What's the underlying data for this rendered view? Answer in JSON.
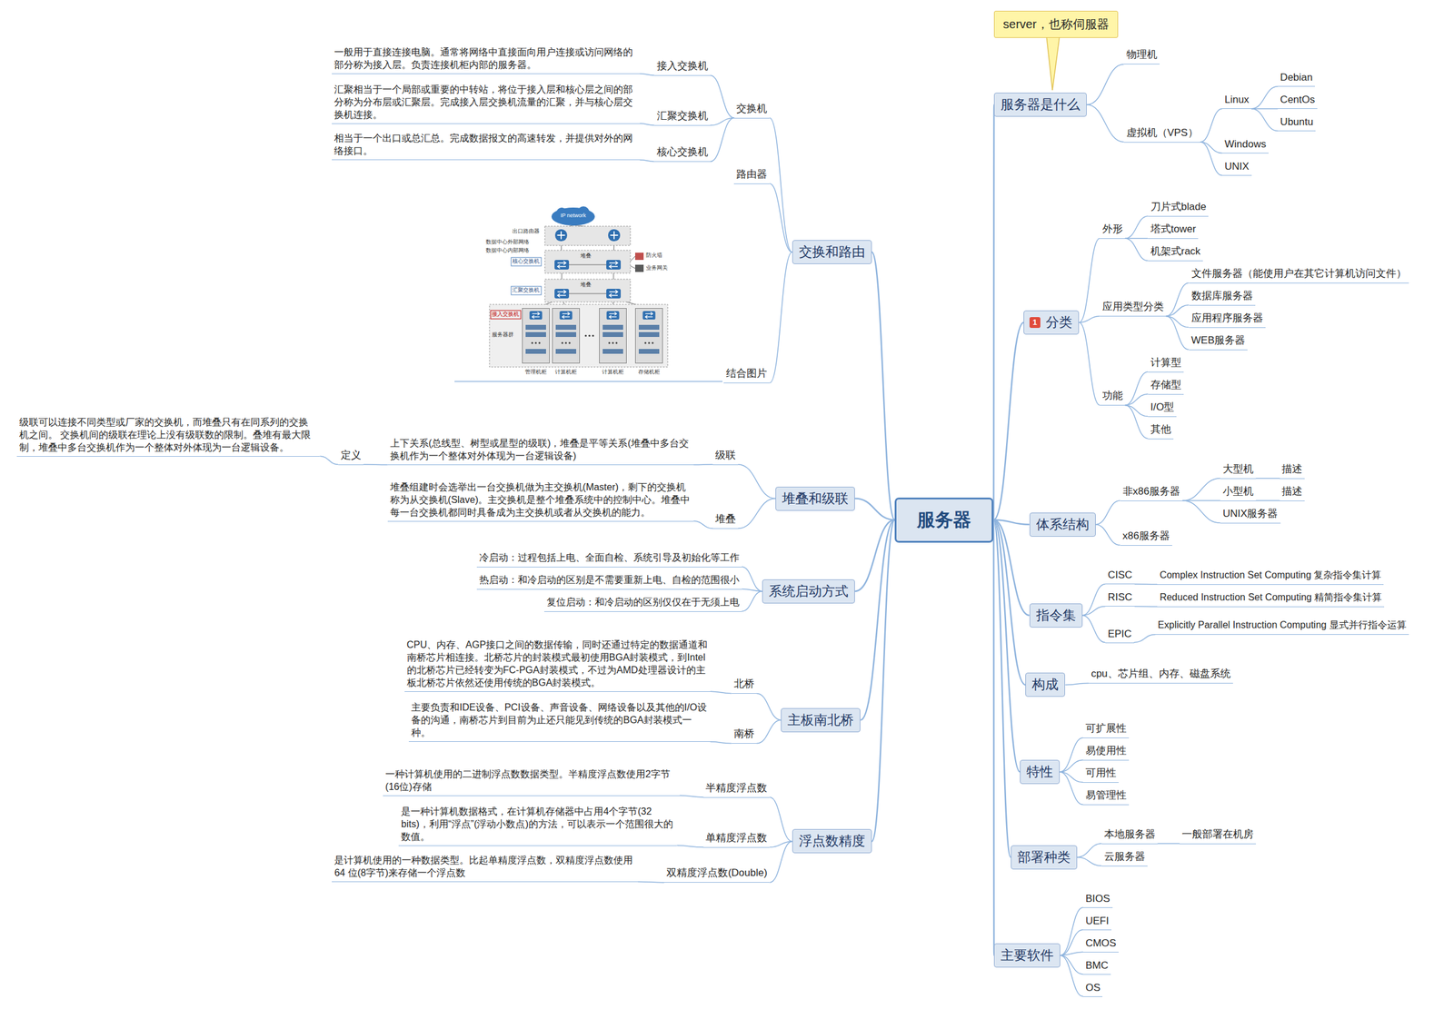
{
  "diagram": {
    "nodes": [
      {
        "text": [
          "服务器"
        ]
      },
      {
        "text": [
          "服务器是什么"
        ]
      },
      {
        "text": [
          "server，也称伺服器"
        ]
      },
      {
        "text": [
          "物理机"
        ]
      },
      {
        "text": [
          "虚拟机（VPS）"
        ]
      },
      {
        "text": [
          "Linux"
        ]
      },
      {
        "text": [
          "Debian"
        ]
      },
      {
        "text": [
          "CentOs"
        ]
      },
      {
        "text": [
          "Ubuntu"
        ]
      },
      {
        "text": [
          "Windows"
        ]
      },
      {
        "text": [
          "UNIX"
        ]
      },
      {
        "text": [
          "分类"
        ]
      },
      {
        "text": [
          "外形"
        ]
      },
      {
        "text": [
          "刀片式blade"
        ]
      },
      {
        "text": [
          "塔式tower"
        ]
      },
      {
        "text": [
          "机架式rack"
        ]
      },
      {
        "text": [
          "应用类型分类"
        ]
      },
      {
        "text": [
          "文件服务器（能使用户在其它计算机访问文件）"
        ]
      },
      {
        "text": [
          "数据库服务器"
        ]
      },
      {
        "text": [
          "应用程序服务器"
        ]
      },
      {
        "text": [
          "WEB服务器"
        ]
      },
      {
        "text": [
          "功能"
        ]
      },
      {
        "text": [
          "计算型"
        ]
      },
      {
        "text": [
          "存储型"
        ]
      },
      {
        "text": [
          "I/O型"
        ]
      },
      {
        "text": [
          "其他"
        ]
      },
      {
        "text": [
          "体系结构"
        ]
      },
      {
        "text": [
          "非x86服务器"
        ]
      },
      {
        "text": [
          "大型机"
        ]
      },
      {
        "text": [
          "描述"
        ]
      },
      {
        "text": [
          "小型机"
        ]
      },
      {
        "text": [
          "描述"
        ]
      },
      {
        "text": [
          "UNIX服务器"
        ]
      },
      {
        "text": [
          "x86服务器"
        ]
      },
      {
        "text": [
          "指令集"
        ]
      },
      {
        "text": [
          "CISC"
        ]
      },
      {
        "text": [
          "Complex Instruction Set Computing 复杂指令集计算"
        ]
      },
      {
        "text": [
          "RISC"
        ]
      },
      {
        "text": [
          "Reduced Instruction Set Computing 精简指令集计算"
        ]
      },
      {
        "text": [
          "EPIC"
        ]
      },
      {
        "text": [
          "Explicitly Parallel Instruction Computing 显式并行指令运算"
        ]
      },
      {
        "text": [
          "构成"
        ]
      },
      {
        "text": [
          "cpu、芯片组、内存、磁盘系统"
        ]
      },
      {
        "text": [
          "特性"
        ]
      },
      {
        "text": [
          "可扩展性"
        ]
      },
      {
        "text": [
          "易使用性"
        ]
      },
      {
        "text": [
          "可用性"
        ]
      },
      {
        "text": [
          "易管理性"
        ]
      },
      {
        "text": [
          "部署种类"
        ]
      },
      {
        "text": [
          "本地服务器"
        ]
      },
      {
        "text": [
          "一般部署在机房"
        ]
      },
      {
        "text": [
          "云服务器"
        ]
      },
      {
        "text": [
          "主要软件"
        ]
      },
      {
        "text": [
          "BIOS"
        ]
      },
      {
        "text": [
          "UEFI"
        ]
      },
      {
        "text": [
          "CMOS"
        ]
      },
      {
        "text": [
          "BMC"
        ]
      },
      {
        "text": [
          "OS"
        ]
      },
      {
        "text": [
          "交换和路由"
        ]
      },
      {
        "text": [
          "交换机"
        ]
      },
      {
        "text": [
          "接入交换机"
        ]
      },
      {
        "text": [
          "一般用于直接连接电脑。通常将网络中直接面向用户连接或访问网络的部分称为接入层。负责连接机柜内部的服务器。"
        ]
      },
      {
        "text": [
          "汇聚交换机"
        ]
      },
      {
        "text": [
          "汇聚相当于一个局部或重要的中转站，将位于接入层和核心层之间的部分称为分布层或汇聚层。完成接入层交换机流量的汇聚，并与核心层交换机连接。"
        ]
      },
      {
        "text": [
          "核心交换机"
        ]
      },
      {
        "text": [
          "相当于一个出口或总汇总。完成数据报文的高速转发，并提供对外的网络接口。"
        ]
      },
      {
        "text": [
          "路由器"
        ]
      },
      {
        "text": [
          "结合图片"
        ]
      },
      {
        "text": [
          "堆叠和级联"
        ]
      },
      {
        "text": [
          "级联"
        ]
      },
      {
        "text": [
          "上下关系(总线型、树型或星型的级联)，堆叠是平等关系(堆叠中多台交换机作为一个整体对外体现为一台逻辑设备)"
        ]
      },
      {
        "text": [
          "定义"
        ]
      },
      {
        "text": [
          "级联可以连接不同类型或厂家的交换机，而堆叠只有在同系列的交换机之间。 交换机间的级联在理论上没有级联数的限制。叠堆有最大限制，堆叠中多台交换机作为一个整体对外体现为一台逻辑设备。"
        ]
      },
      {
        "text": [
          "堆叠"
        ]
      },
      {
        "text": [
          "堆叠组建时会选举出一台交换机做为主交换机(Master)，剩下的交换机称为从交换机(Slave)。主交换机是整个堆叠系统中的控制中心。堆叠中每一台交换机都同时具备成为主交换机或者从交换机的能力。"
        ]
      },
      {
        "text": [
          "系统启动方式"
        ]
      },
      {
        "text": [
          "冷启动：过程包括上电、全面自检、系统引导及初始化等工作"
        ]
      },
      {
        "text": [
          "热启动：和冷启动的区别是不需要重新上电、自检的范围很小"
        ]
      },
      {
        "text": [
          "复位启动：和冷启动的区别仅仅在于无须上电"
        ]
      },
      {
        "text": [
          "主板南北桥"
        ]
      },
      {
        "text": [
          "北桥"
        ]
      },
      {
        "text": [
          "CPU、内存、AGP接口之间的数据传输，同时还通过特定的数据通道和南桥芯片相连接。北桥芯片的封装模式最初使用BGA封装模式，到Intel的北桥芯片已经转变为FC-PGA封装模式，不过为AMD处理器设计的主板北桥芯片依然还使用传统的BGA封装模式。"
        ]
      },
      {
        "text": [
          "南桥"
        ]
      },
      {
        "text": [
          "主要负责和IDE设备、PCI设备、声音设备、网络设备以及其他的I/O设备的沟通，南桥芯片到目前为止还只能见到传统的BGA封装模式一种。"
        ]
      },
      {
        "text": [
          "浮点数精度"
        ]
      },
      {
        "text": [
          "半精度浮点数"
        ]
      },
      {
        "text": [
          "一种计算机使用的二进制浮点数数据类型。半精度浮点数使用2字节(16位)存储"
        ]
      },
      {
        "text": [
          "单精度浮点数"
        ]
      },
      {
        "text": [
          "是一种计算机数据格式，在计算机存储器中占用4个字节(32 bits)，利用“浮点”(浮动小数点)的方法，可以表示一个范围很大的数值。"
        ]
      },
      {
        "text": [
          "双精度浮点数(Double)"
        ]
      },
      {
        "text": [
          "是计算机使用的一种数据类型。比起单精度浮点数，双精度浮点数使用 64 位(8字节)来存储一个浮点数"
        ]
      }
    ],
    "edges": [
      {
        "from": 0,
        "to": 1,
        "arrow": "none"
      },
      {
        "from": 1,
        "to": 3,
        "arrow": "none"
      },
      {
        "from": 1,
        "to": 4,
        "arrow": "none"
      },
      {
        "from": 4,
        "to": 5,
        "arrow": "none"
      },
      {
        "from": 5,
        "to": 6,
        "arrow": "none"
      },
      {
        "from": 5,
        "to": 7,
        "arrow": "none"
      },
      {
        "from": 5,
        "to": 8,
        "arrow": "none"
      },
      {
        "from": 4,
        "to": 9,
        "arrow": "none"
      },
      {
        "from": 4,
        "to": 10,
        "arrow": "none"
      },
      {
        "from": 0,
        "to": 11,
        "arrow": "none"
      },
      {
        "from": 11,
        "to": 12,
        "arrow": "none"
      },
      {
        "from": 12,
        "to": 13,
        "arrow": "none"
      },
      {
        "from": 12,
        "to": 14,
        "arrow": "none"
      },
      {
        "from": 12,
        "to": 15,
        "arrow": "none"
      },
      {
        "from": 11,
        "to": 16,
        "arrow": "none"
      },
      {
        "from": 16,
        "to": 17,
        "arrow": "none"
      },
      {
        "from": 16,
        "to": 18,
        "arrow": "none"
      },
      {
        "from": 16,
        "to": 19,
        "arrow": "none"
      },
      {
        "from": 16,
        "to": 20,
        "arrow": "none"
      },
      {
        "from": 11,
        "to": 21,
        "arrow": "none"
      },
      {
        "from": 21,
        "to": 22,
        "arrow": "none"
      },
      {
        "from": 21,
        "to": 23,
        "arrow": "none"
      },
      {
        "from": 21,
        "to": 24,
        "arrow": "none"
      },
      {
        "from": 21,
        "to": 25,
        "arrow": "none"
      },
      {
        "from": 0,
        "to": 26,
        "arrow": "none"
      },
      {
        "from": 26,
        "to": 27,
        "arrow": "none"
      },
      {
        "from": 27,
        "to": 28,
        "arrow": "none"
      },
      {
        "from": 28,
        "to": 29,
        "arrow": "none"
      },
      {
        "from": 27,
        "to": 30,
        "arrow": "none"
      },
      {
        "from": 30,
        "to": 31,
        "arrow": "none"
      },
      {
        "from": 27,
        "to": 32,
        "arrow": "none"
      },
      {
        "from": 26,
        "to": 33,
        "arrow": "none"
      },
      {
        "from": 0,
        "to": 34,
        "arrow": "none"
      },
      {
        "from": 34,
        "to": 35,
        "arrow": "none"
      },
      {
        "from": 35,
        "to": 36,
        "arrow": "none"
      },
      {
        "from": 34,
        "to": 37,
        "arrow": "none"
      },
      {
        "from": 37,
        "to": 38,
        "arrow": "none"
      },
      {
        "from": 34,
        "to": 39,
        "arrow": "none"
      },
      {
        "from": 39,
        "to": 40,
        "arrow": "none"
      },
      {
        "from": 0,
        "to": 41,
        "arrow": "none"
      },
      {
        "from": 41,
        "to": 42,
        "arrow": "none"
      },
      {
        "from": 0,
        "to": 43,
        "arrow": "none"
      },
      {
        "from": 43,
        "to": 44,
        "arrow": "none"
      },
      {
        "from": 43,
        "to": 45,
        "arrow": "none"
      },
      {
        "from": 43,
        "to": 46,
        "arrow": "none"
      },
      {
        "from": 43,
        "to": 47,
        "arrow": "none"
      },
      {
        "from": 0,
        "to": 48,
        "arrow": "none"
      },
      {
        "from": 48,
        "to": 49,
        "arrow": "none"
      },
      {
        "from": 49,
        "to": 50,
        "arrow": "none"
      },
      {
        "from": 48,
        "to": 51,
        "arrow": "none"
      },
      {
        "from": 0,
        "to": 52,
        "arrow": "none"
      },
      {
        "from": 52,
        "to": 53,
        "arrow": "none"
      },
      {
        "from": 52,
        "to": 54,
        "arrow": "none"
      },
      {
        "from": 52,
        "to": 55,
        "arrow": "none"
      },
      {
        "from": 52,
        "to": 56,
        "arrow": "none"
      },
      {
        "from": 52,
        "to": 57,
        "arrow": "none"
      },
      {
        "from": 0,
        "to": 58,
        "arrow": "none"
      },
      {
        "from": 58,
        "to": 59,
        "arrow": "none"
      },
      {
        "from": 59,
        "to": 60,
        "arrow": "none"
      },
      {
        "from": 60,
        "to": 61,
        "arrow": "none"
      },
      {
        "from": 59,
        "to": 62,
        "arrow": "none"
      },
      {
        "from": 62,
        "to": 63,
        "arrow": "none"
      },
      {
        "from": 59,
        "to": 64,
        "arrow": "none"
      },
      {
        "from": 64,
        "to": 65,
        "arrow": "none"
      },
      {
        "from": 58,
        "to": 66,
        "arrow": "none"
      },
      {
        "from": 58,
        "to": 67,
        "arrow": "none"
      },
      {
        "from": 0,
        "to": 68,
        "arrow": "none"
      },
      {
        "from": 68,
        "to": 69,
        "arrow": "none"
      },
      {
        "from": 69,
        "to": 70,
        "arrow": "none"
      },
      {
        "from": 70,
        "to": 71,
        "arrow": "none"
      },
      {
        "from": 71,
        "to": 72,
        "arrow": "none"
      },
      {
        "from": 68,
        "to": 73,
        "arrow": "none"
      },
      {
        "from": 73,
        "to": 74,
        "arrow": "none"
      },
      {
        "from": 0,
        "to": 75,
        "arrow": "none"
      },
      {
        "from": 75,
        "to": 76,
        "arrow": "none"
      },
      {
        "from": 75,
        "to": 77,
        "arrow": "none"
      },
      {
        "from": 75,
        "to": 78,
        "arrow": "none"
      },
      {
        "from": 0,
        "to": 79,
        "arrow": "none"
      },
      {
        "from": 79,
        "to": 80,
        "arrow": "none"
      },
      {
        "from": 80,
        "to": 81,
        "arrow": "none"
      },
      {
        "from": 79,
        "to": 82,
        "arrow": "none"
      },
      {
        "from": 82,
        "to": 83,
        "arrow": "none"
      },
      {
        "from": 0,
        "to": 84,
        "arrow": "none"
      },
      {
        "from": 84,
        "to": 85,
        "arrow": "none"
      },
      {
        "from": 85,
        "to": 86,
        "arrow": "none"
      },
      {
        "from": 84,
        "to": 87,
        "arrow": "none"
      },
      {
        "from": 87,
        "to": 88,
        "arrow": "none"
      },
      {
        "from": 84,
        "to": 89,
        "arrow": "none"
      },
      {
        "from": 89,
        "to": 90,
        "arrow": "none"
      }
    ],
    "labels": [
      "1",
      "IP network",
      "出口路由器",
      "数据中心外部网络",
      "数据中心内部网络",
      "核心交换机",
      "堆叠",
      "防火墙",
      "业务网关",
      "汇聚交换机",
      "堆叠",
      "接入交换机",
      "服务器群",
      "管理机柜",
      "计算机柜",
      "计算机柜",
      "存储机柜"
    ]
  }
}
